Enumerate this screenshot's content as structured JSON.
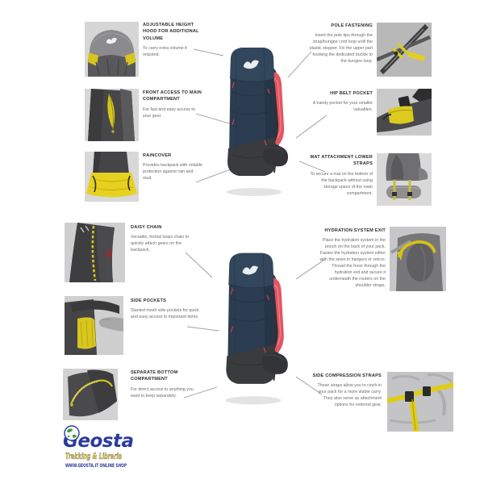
{
  "brand_logo": {
    "name": "Geosta",
    "tagline": "Trekking & Libreria",
    "website": "WWW.GEOSTA.IT ONLINE SHOP"
  },
  "colors": {
    "pack_navy": "#2c3d51",
    "pack_lid": "#32465c",
    "pack_dark_base": "#3a3b3d",
    "strap_red": "#e25663",
    "accent_yellow": "#ddc91c",
    "thumb_background": "#d6d6d6",
    "title_text": "#2d2d2d",
    "body_text": "#6b6b6b",
    "callout_line": "#9a9a9a",
    "logo_blue": "#2c3a9e",
    "logo_yellow": "#f2d41e",
    "logo_green": "#3aa03a"
  },
  "features": [
    {
      "id": "hood",
      "title": "ADJUSTABLE HEIGHT HOOD FOR ADDITIONAL VOLUME",
      "body": "To carry extra volume if required."
    },
    {
      "id": "front-access",
      "title": "FRONT ACCESS TO MAIN COMPARTMENT",
      "body": "For fast and easy access to your gear."
    },
    {
      "id": "raincover",
      "title": "RAINCOVER",
      "body": "Provides backpack with reliable protection against rain and mud."
    },
    {
      "id": "pole-fastening",
      "title": "POLE FASTENING",
      "body": "Insert the pole tips through the strap/bungee cord loop until the plastic stopper. Fix the upper part hooking the dedicated buckle to the bungee loop."
    },
    {
      "id": "hip-belt-pocket",
      "title": "HIP BELT POCKET",
      "body": "A handy pocket for your smaller valuables."
    },
    {
      "id": "mat-attachment",
      "title": "MAT ATTACHMENT LOWER STRAPS",
      "body": "To secure a mat on the bottom of the backpack without using storage space of the main compartment."
    },
    {
      "id": "daisy-chain",
      "title": "DAISY CHAIN",
      "body": "Versatile, frontal loops chain to quickly attach gears on the backpack."
    },
    {
      "id": "side-pockets",
      "title": "SIDE POCKETS",
      "body": "Slanted mesh side pockets for quick and easy access to important items."
    },
    {
      "id": "separate-bottom",
      "title": "SEPARATE BOTTOM COMPARTMENT",
      "body": "For direct access to anything you want to keep separately."
    },
    {
      "id": "hydration-exit",
      "title": "HYDRATION SYSTEM EXIT",
      "body": "Place the hydration system in the pouch on the back of your pack. Fasten the hydration system either with the sewn in hangers or velcro. Thread the hose through the hydration exit and secure it underneath the routers on the shoulder straps."
    },
    {
      "id": "compression-straps",
      "title": "SIDE COMPRESSION STRAPS",
      "body": "These straps allow you to cinch in your pack for a more stable carry. They also serve as attachment options for external gear."
    }
  ]
}
